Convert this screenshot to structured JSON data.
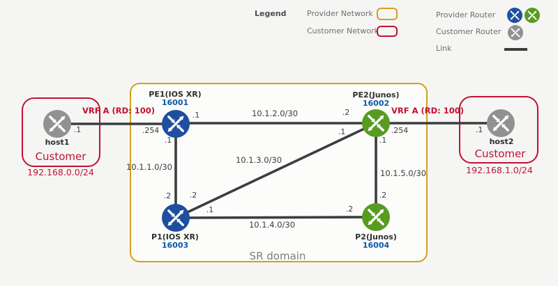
{
  "legend": {
    "title": "Legend",
    "provider_network": "Provider Network",
    "customer_network": "Customer Network",
    "provider_router": "Provider Router",
    "customer_router": "Customer Router",
    "link_label": "Link"
  },
  "sr_domain_label": "SR domain",
  "sites": {
    "left": {
      "label": "Customer",
      "subnet": "192.168.0.0/24"
    },
    "right": {
      "label": "Customer",
      "subnet": "192.168.1.0/24"
    }
  },
  "nodes": {
    "host1": {
      "name": "host1"
    },
    "host2": {
      "name": "host2"
    },
    "pe1": {
      "name": "PE1(IOS XR)",
      "sid": "16001"
    },
    "pe2": {
      "name": "PE2(Junos)",
      "sid": "16002"
    },
    "p1": {
      "name": "P1(IOS XR)",
      "sid": "16003"
    },
    "p2": {
      "name": "P2(Junos)",
      "sid": "16004"
    }
  },
  "links": {
    "host1_pe1": {
      "label": "VRF A (RD: 100)",
      "host1_if": ".1",
      "pe1_if": ".254"
    },
    "pe1_pe2": {
      "label": "10.1.2.0/30",
      "pe1_if": ".1",
      "pe2_if": ".2"
    },
    "pe1_p1": {
      "label": "10.1.1.0/30",
      "pe1_if": ".1",
      "p1_if": ".2"
    },
    "p1_pe2": {
      "label": "10.1.3.0/30",
      "p1_if": ".2",
      "pe2_if": ".1"
    },
    "p1_p2": {
      "label": "10.1.4.0/30",
      "p1_if": ".1",
      "p2_if": ".2"
    },
    "pe2_p2": {
      "label": "10.1.5.0/30",
      "pe2_if": ".1",
      "p2_if": ".2"
    },
    "pe2_host2": {
      "label": "VRF A (RD: 100)",
      "pe2_if": ".254",
      "host2_if": ".1"
    }
  },
  "colors": {
    "provider_accent": "#d4a017",
    "customer_accent": "#c3112f",
    "router_blue": "#1d4f9e",
    "router_green": "#579b20",
    "router_gray": "#919191",
    "sid_blue": "#0d57a8",
    "link_gray": "#3d3d3d"
  }
}
